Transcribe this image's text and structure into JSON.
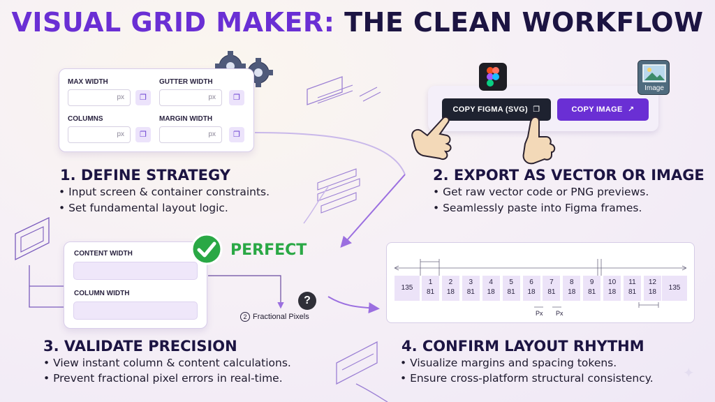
{
  "title": {
    "part1": "VISUAL GRID MAKER:",
    "part2": "THE CLEAN WORKFLOW"
  },
  "strategy_card": {
    "fields": [
      {
        "label": "MAX WIDTH",
        "unit": "px"
      },
      {
        "label": "GUTTER WIDTH",
        "unit": "px"
      },
      {
        "label": "COLUMNS",
        "unit": "px"
      },
      {
        "label": "MARGIN WIDTH",
        "unit": "px"
      }
    ]
  },
  "steps": [
    {
      "heading": "1. DEFINE STRATEGY",
      "bullets": [
        "• Input screen & container constraints.",
        "• Set fundamental layout logic."
      ]
    },
    {
      "heading": "2. EXPORT AS VECTOR OR IMAGE",
      "bullets": [
        "• Get raw vector code or PNG previews.",
        "• Seamlessly paste into Figma frames."
      ]
    },
    {
      "heading": "3. VALIDATE PRECISION",
      "bullets": [
        "• View instant column & content calculations.",
        "• Prevent fractional pixel errors in real-time."
      ]
    },
    {
      "heading": "4. CONFIRM LAYOUT RHYTHM",
      "bullets": [
        "• Visualize margins and spacing tokens.",
        "• Ensure cross-platform structural consistency."
      ]
    }
  ],
  "export": {
    "figma_button": "COPY FIGMA (SVG)",
    "image_button": "COPY IMAGE",
    "image_icon_label": "Image"
  },
  "validate_card": {
    "content_width_label": "CONTENT WIDTH",
    "column_width_label": "COLUMN WIDTH",
    "perfect_label": "PERFECT",
    "fractional_label": "Fractional Pixels",
    "fractional_symbol": "2",
    "question_symbol": "?"
  },
  "grid_preview": {
    "left_margin": "135",
    "right_margin": "135",
    "columns": [
      {
        "number": "1",
        "width": "81"
      },
      {
        "number": "2",
        "width": "18"
      },
      {
        "number": "3",
        "width": "81"
      },
      {
        "number": "4",
        "width": "18"
      },
      {
        "number": "5",
        "width": "81"
      },
      {
        "number": "6",
        "width": "18"
      },
      {
        "number": "7",
        "width": "81"
      },
      {
        "number": "8",
        "width": "18"
      },
      {
        "number": "9",
        "width": "81"
      },
      {
        "number": "10",
        "width": "18"
      },
      {
        "number": "11",
        "width": "81"
      },
      {
        "number": "12",
        "width": "18"
      }
    ],
    "px_labels": [
      "Px",
      "Px"
    ]
  },
  "colors": {
    "accent": "#6a2fd4",
    "dark": "#1c1442",
    "success": "#2aa845",
    "figma_button": "#1e2230"
  }
}
